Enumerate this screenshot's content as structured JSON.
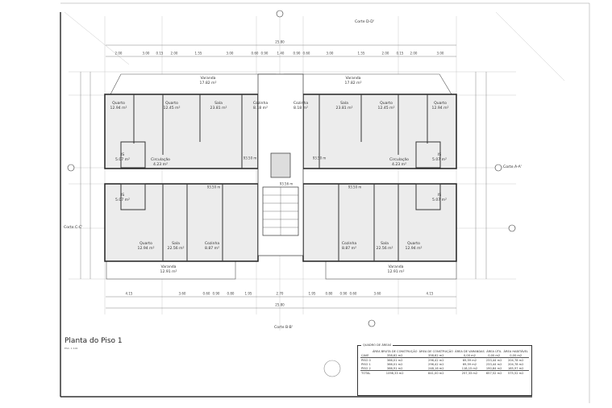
{
  "drawing": {
    "title": "Planta do Piso 1",
    "scale": "ESC. 1:100",
    "overall_dimension_top": "25.80",
    "overall_dimension_bottom": "25.80",
    "top_dimensions": [
      "2.00",
      "3.00",
      "0.15",
      "2.00",
      "1.55",
      "3.00",
      "0.60",
      "0.90",
      "1.40",
      "0.90",
      "0.60",
      "3.00",
      "1.55",
      "2.00",
      "0.15",
      "2.00",
      "3.00"
    ],
    "bottom_dimensions": [
      "4.15",
      "3.60",
      "0.60",
      "0.90",
      "0.80",
      "1.95",
      "2.70",
      "1.95",
      "0.80",
      "0.90",
      "0.60",
      "3.60",
      "4.15"
    ],
    "sections": {
      "dd": "Corte D-D'",
      "aa": "Corte A-A'",
      "cc": "Corte C-C'",
      "bb": "Corte B-B'"
    },
    "levels": [
      "93.50 m",
      "93.50 m",
      "93.56 m",
      "93.50 m",
      "93.50 m"
    ],
    "rooms": [
      {
        "name": "Varanda",
        "area": "17.82 m²"
      },
      {
        "name": "Varanda",
        "area": "17.82 m²"
      },
      {
        "name": "Quarto",
        "area": "12.94 m²"
      },
      {
        "name": "Quarto",
        "area": "12.45 m²"
      },
      {
        "name": "Sala",
        "area": "23.81 m²"
      },
      {
        "name": "Cozinha",
        "area": "8.18 m²"
      },
      {
        "name": "Cozinha",
        "area": "8.18 m²"
      },
      {
        "name": "Sala",
        "area": "23.81 m²"
      },
      {
        "name": "Quarto",
        "area": "12.45 m²"
      },
      {
        "name": "Quarto",
        "area": "12.94 m²"
      },
      {
        "name": "IS",
        "area": "5.07 m²"
      },
      {
        "name": "Circulação",
        "area": "4.23 m²"
      },
      {
        "name": "Circulação",
        "area": "4.23 m²"
      },
      {
        "name": "IS",
        "area": "5.07 m²"
      },
      {
        "name": "IS",
        "area": "5.07 m²"
      },
      {
        "name": "IS",
        "area": "5.07 m²"
      },
      {
        "name": "Quarto",
        "area": "12.94 m²"
      },
      {
        "name": "Sala",
        "area": "22.56 m²"
      },
      {
        "name": "Cozinha",
        "area": "8.87 m²"
      },
      {
        "name": "Cozinha",
        "area": "8.87 m²"
      },
      {
        "name": "Sala",
        "area": "22.56 m²"
      },
      {
        "name": "Quarto",
        "area": "12.94 m²"
      },
      {
        "name": "Varanda",
        "area": "12.91 m²"
      },
      {
        "name": "Varanda",
        "area": "12.91 m²"
      }
    ]
  },
  "areas_table": {
    "title": "QUADRO DE ÁREAS",
    "headers": [
      "",
      "ÁREA BRUTA DE CONSTRUÇÃO",
      "ÁREA DE CONSTRUÇÃO",
      "ÁREA DE VARANDAS",
      "ÁREA ÚTIL",
      "ÁREA HABITÁVEL"
    ],
    "rows": [
      [
        "CAVE",
        "358,62 m2",
        "358,62 m2",
        "0,00 m2",
        "0,00 m2",
        "0,00 m2"
      ],
      [
        "PISO 0",
        "366,01 m2",
        "296,42 m2",
        "69,59 m2",
        "233,44 m2",
        "204,78 m2"
      ],
      [
        "PISO 1",
        "366,01 m2",
        "296,42 m2",
        "69,59 m2",
        "233,44 m2",
        "204,78 m2"
      ],
      [
        "PISO 2",
        "366,91 m2",
        "248,16 m2",
        "118,15 m2",
        "190,64 m2",
        "165,97 m2"
      ],
      [
        "TOTAL",
        "1098,33 m2",
        "841,00 m2",
        "257,33 m2",
        "657,52 m2",
        "575,52 m2"
      ]
    ]
  }
}
